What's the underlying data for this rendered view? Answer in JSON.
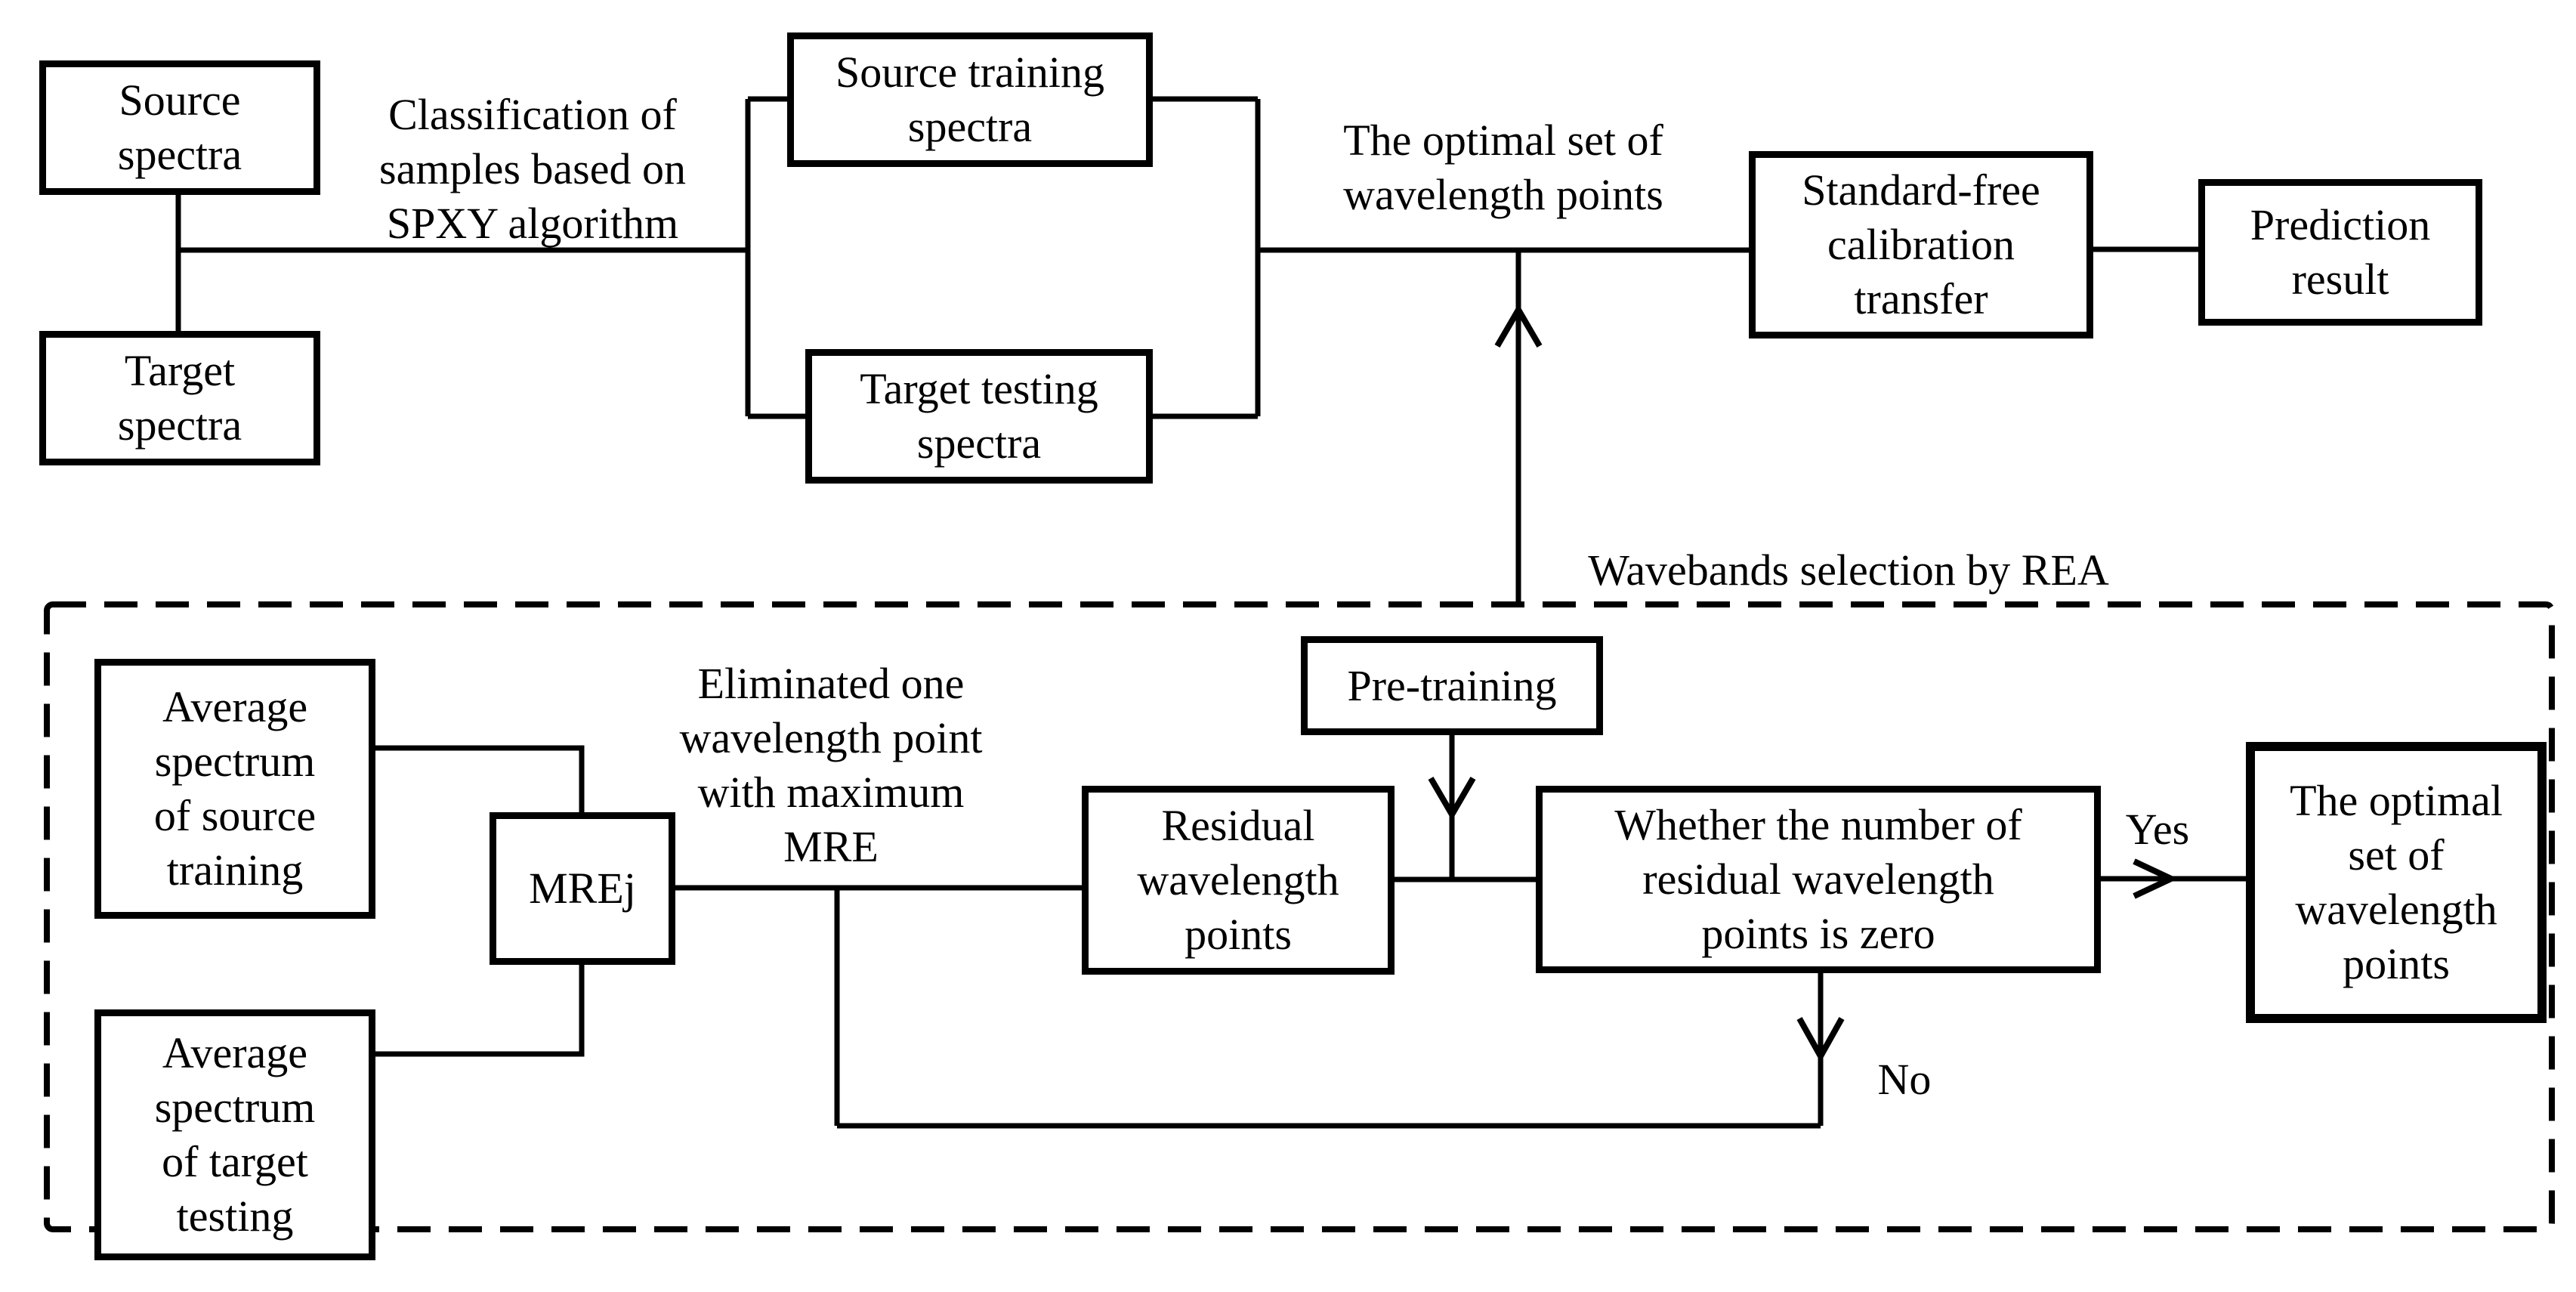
{
  "diagram": {
    "colors": {
      "ink": "#000000",
      "background": "#ffffff"
    },
    "top": {
      "source_spectra": "Source\nspectra",
      "target_spectra": "Target\nspectra",
      "classification_note": "Classification of\nsamples based on\nSPXY algorithm",
      "source_training": "Source training\nspectra",
      "target_testing": "Target testing\nspectra",
      "optimal_set_note": "The optimal set of\nwavelength points",
      "standard_free": "Standard-free\ncalibration\ntransfer",
      "prediction_result": "Prediction\nresult"
    },
    "rea": {
      "wavebands_note": "Wavebands selection by REA",
      "avg_source": "Average\nspectrum\nof source\ntraining",
      "avg_target": "Average\nspectrum\nof target\ntesting",
      "mrej": "MREj",
      "eliminated_note": "Eliminated one\nwavelength point\nwith maximum\nMRE",
      "pre_training": "Pre-training",
      "residual": "Residual\nwavelength\npoints",
      "whether_zero": "Whether the number of\nresidual wavelength\npoints is zero",
      "optimal_set": "The optimal\nset of\nwavelength\npoints",
      "yes_label": "Yes",
      "no_label": "No"
    }
  }
}
